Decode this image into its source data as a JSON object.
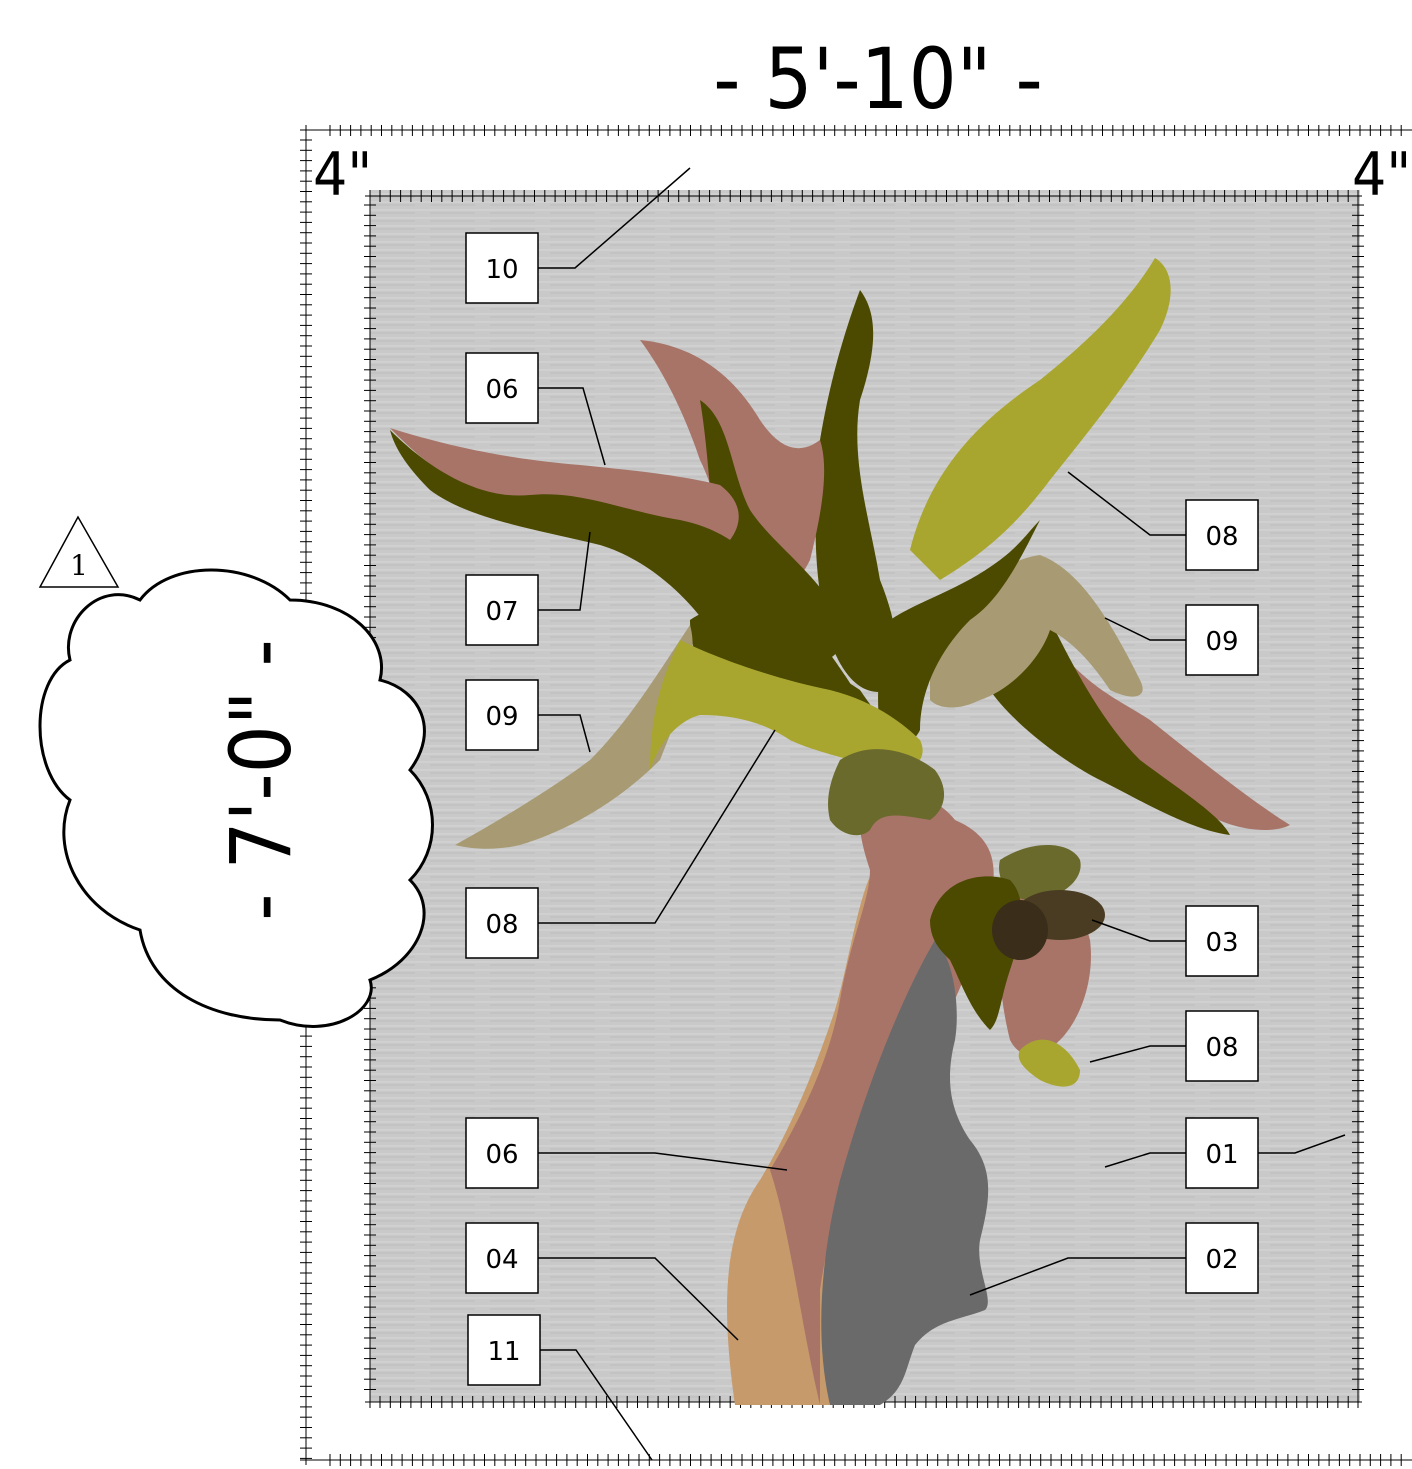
{
  "dimensions": {
    "width_label": "- 5'-10\" -",
    "height_label": "- 7'-0\" -",
    "left_margin": "4\"",
    "right_margin": "4\""
  },
  "revision": {
    "number": "1"
  },
  "callouts": {
    "c10": "10",
    "c06_top": "06",
    "c07": "07",
    "c09_left": "09",
    "c08_left": "08",
    "c06_bottom": "06",
    "c04": "04",
    "c11": "11",
    "c08_right_top": "08",
    "c09_right": "09",
    "c03": "03",
    "c08_right_bottom": "08",
    "c01": "01",
    "c02": "02"
  },
  "colors": {
    "background_panel": "#c9c9c9",
    "dark_olive": "#4b4a00",
    "yellow_green": "#a9a630",
    "mauve": "#a87468",
    "tan": "#a89a72",
    "light_tan": "#c79a6c",
    "brown_dark": "#4a3c22",
    "gray": "#6a6a6a"
  }
}
